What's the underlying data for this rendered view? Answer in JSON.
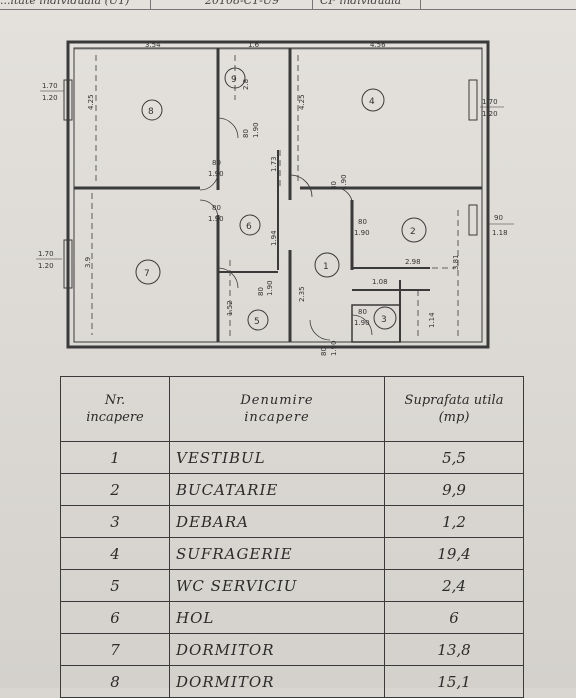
{
  "header": {
    "left_text": "...itate individuala (U1)",
    "mid_text": "20108-C1-U9",
    "right_text": "CF individuala"
  },
  "plan": {
    "dims": {
      "top_room8": "3.54",
      "top_room9": "1.6",
      "top_room4": "4.56",
      "left_window_upper_a": "1.70",
      "left_window_upper_b": "1.20",
      "left_window_lower_a": "1.70",
      "left_window_lower_b": "1.20",
      "right_window_upper_a": "1.70",
      "right_window_upper_b": "1.20",
      "right_window_lower_a": "90",
      "right_window_lower_b": "1.18",
      "room8_height": "4.25",
      "room9_height": "2.8",
      "room4_height": "4.25",
      "room7_height": "3.9",
      "hol_len": "1.73",
      "hol_len2": "1.94",
      "wc_len": "1.52",
      "vest_len": "2.35",
      "kitchen_width": "2.98",
      "kitchen_height": "3.81",
      "storage_width": "1.08",
      "storage_height": "1.14"
    },
    "doors": [
      {
        "a": "80",
        "b": "1.90"
      },
      {
        "a": "80",
        "b": "1.90"
      },
      {
        "a": "80",
        "b": "1.90"
      },
      {
        "a": "80",
        "b": "1.90"
      },
      {
        "a": "80",
        "b": "1.90"
      },
      {
        "a": "80",
        "b": "1.90"
      },
      {
        "a": "80",
        "b": "1.90"
      },
      {
        "a": "80",
        "b": "1.90"
      }
    ],
    "rooms": [
      "1",
      "2",
      "3",
      "4",
      "5",
      "6",
      "7",
      "8",
      "9"
    ]
  },
  "table": {
    "header_nr_line1": "Nr.",
    "header_nr_line2": "incapere",
    "header_name_line1": "Denumire",
    "header_name_line2": "incapere",
    "header_area_line1": "Suprafata utila",
    "header_area_line2": "(mp)",
    "rows": [
      {
        "nr": "1",
        "name": "VESTIBUL",
        "area": "5,5"
      },
      {
        "nr": "2",
        "name": "BUCATARIE",
        "area": "9,9"
      },
      {
        "nr": "3",
        "name": "DEBARA",
        "area": "1,2"
      },
      {
        "nr": "4",
        "name": "SUFRAGERIE",
        "area": "19,4"
      },
      {
        "nr": "5",
        "name": "WC SERVICIU",
        "area": "2,4"
      },
      {
        "nr": "6",
        "name": "HOL",
        "area": "6"
      },
      {
        "nr": "7",
        "name": "DORMITOR",
        "area": "13,8"
      },
      {
        "nr": "8",
        "name": "DORMITOR",
        "area": "15,1"
      }
    ]
  }
}
